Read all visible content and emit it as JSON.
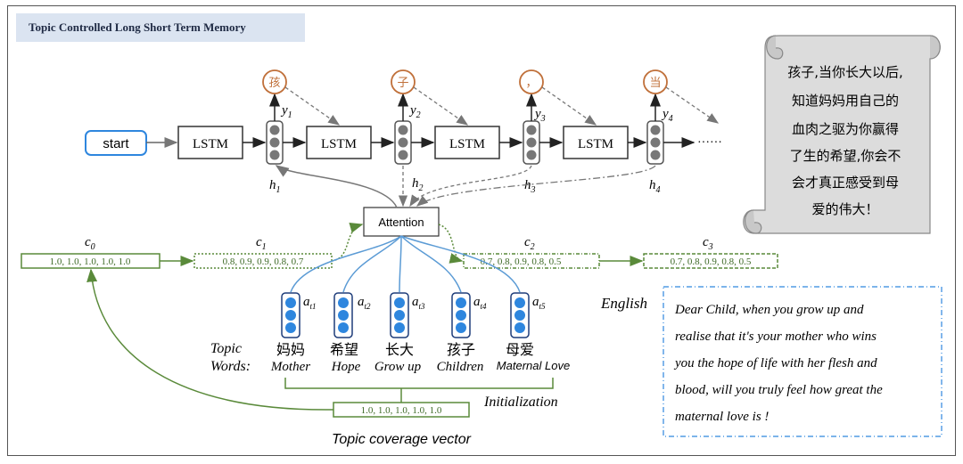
{
  "title": "Topic Controlled Long Short Term Memory",
  "start_label": "start",
  "lstm_label": "LSTM",
  "outputs": [
    {
      "char": "孩",
      "label": "y",
      "sub": "1"
    },
    {
      "char": "子",
      "label": "y",
      "sub": "2"
    },
    {
      "char": "，",
      "label": "y",
      "sub": "3"
    },
    {
      "char": "当",
      "label": "y",
      "sub": "4"
    }
  ],
  "hidden": [
    {
      "label": "h",
      "sub": "1"
    },
    {
      "label": "h",
      "sub": "2"
    },
    {
      "label": "h",
      "sub": "3"
    },
    {
      "label": "h",
      "sub": "4"
    }
  ],
  "ellipsis": "······",
  "attention_label": "Attention",
  "coverage": [
    {
      "label": "c",
      "sub": "0",
      "values": "1.0, 1.0, 1.0, 1.0, 1.0"
    },
    {
      "label": "c",
      "sub": "1",
      "values": "0.8, 0.9, 0.9, 0.8, 0.7"
    },
    {
      "label": "c",
      "sub": "2",
      "values": "0.7, 0.8, 0.9, 0.8, 0.5"
    },
    {
      "label": "c",
      "sub": "3",
      "values": "0.7, 0.8, 0.9, 0.8, 0.5"
    }
  ],
  "attention_weights": [
    {
      "label": "a",
      "sub": "t1"
    },
    {
      "label": "a",
      "sub": "t2"
    },
    {
      "label": "a",
      "sub": "t3"
    },
    {
      "label": "a",
      "sub": "t4"
    },
    {
      "label": "a",
      "sub": "t5"
    }
  ],
  "topic_words_label": [
    "Topic",
    "Words:"
  ],
  "topic_words": [
    {
      "zh": "妈妈",
      "en": "Mother"
    },
    {
      "zh": "希望",
      "en": "Hope"
    },
    {
      "zh": "长大",
      "en": "Grow up"
    },
    {
      "zh": "孩子",
      "en": "Children"
    },
    {
      "zh": "母爱",
      "en": "Maternal Love"
    }
  ],
  "init_vector": "1.0, 1.0, 1.0, 1.0, 1.0",
  "initialization_label": "Initialization",
  "topic_coverage_label": "Topic coverage vector",
  "scroll_lines": [
    "孩子,当你长大以后,",
    "知道妈妈用自己的",
    "血肉之驱为你赢得",
    "了生的希望,你会不",
    "会才真正感受到母",
    "爱的伟大！"
  ],
  "english_label": "English",
  "english_lines": [
    "Dear Child, when you grow up and",
    "realise that it's your mother who wins",
    "you the hope of life with her flesh and",
    "blood, will you truly feel how great the",
    "maternal love is !"
  ],
  "colors": {
    "output_circle": "#c0703a",
    "green": "#5a8a3a",
    "blue": "#2e86de",
    "dark_blue": "#1f3d7a"
  }
}
